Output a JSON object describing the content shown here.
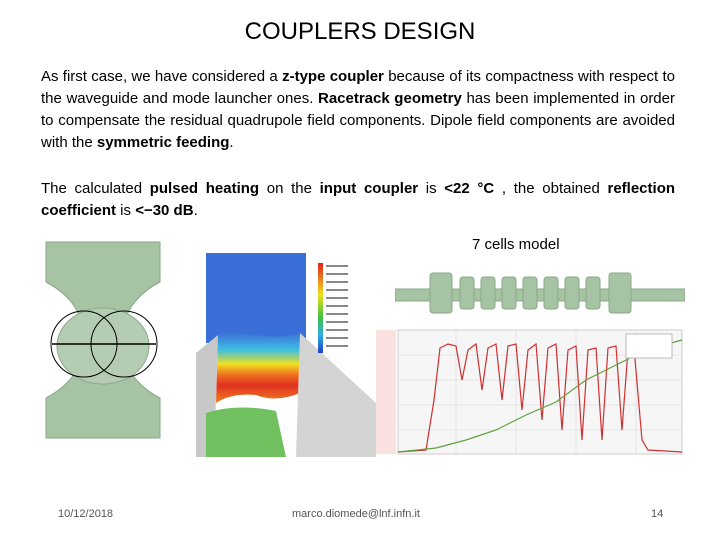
{
  "slide": {
    "title": "COUPLERS DESIGN",
    "p1": {
      "t1": "As first case, we have considered a ",
      "b1": "z-type coupler",
      "t2": " because of its compactness with respect to the waveguide and mode launcher ones. ",
      "b2": "Racetrack geometry",
      "t3": " has been implemented in order to compensate the residual quadrupole field components. Dipole field components are avoided with the ",
      "b3": "symmetric feeding",
      "t4": "."
    },
    "p2": {
      "t1": "The calculated ",
      "b1": "pulsed heating",
      "t2": " on the ",
      "b2": "input coupler",
      "t3": " is ",
      "b3": "<22 °C",
      "t4": " , the obtained ",
      "b4": "reflection coefficient",
      "t5": " is ",
      "b5": "<−30 dB",
      "t6": "."
    },
    "cells_label": "7 cells model"
  },
  "footer": {
    "date": "10/12/2018",
    "email": "marco.diomede@lnf.infn.it",
    "page": "14"
  },
  "colors": {
    "geometry_green": "#a6c4a4",
    "heat_red": "#e03020",
    "sparam_red": "#d03030",
    "sparam_green": "#60a040"
  }
}
